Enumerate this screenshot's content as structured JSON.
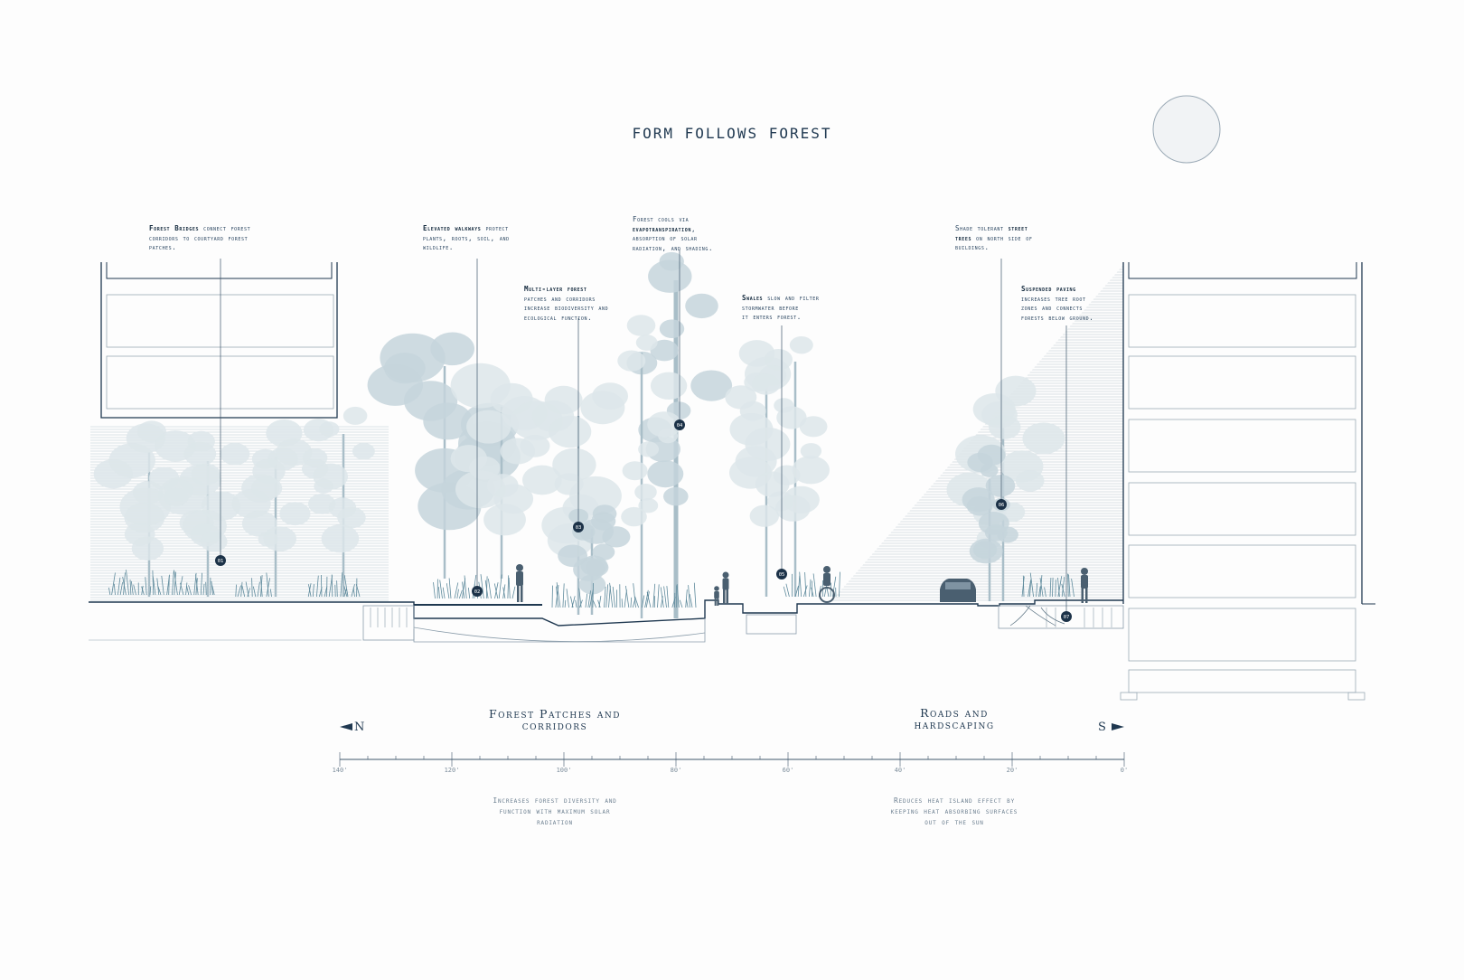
{
  "title": "FORM FOLLOWS FOREST",
  "annotations": [
    {
      "id": "01",
      "bold": "Forest Bridges",
      "rest": " connect forest",
      "lines": [
        "corridors to courtyard forest",
        "patches."
      ]
    },
    {
      "id": "02",
      "bold": "Elevated walkways",
      "rest": " protect",
      "lines": [
        "plants, roots, soil, and",
        "wildlife."
      ]
    },
    {
      "id": "03",
      "bold": "Multi-layer forest",
      "rest": "",
      "lines": [
        "patches and corridors",
        "increase biodiversity and",
        "ecological function."
      ]
    },
    {
      "id": "04",
      "pre": "Forest cools via",
      "bold": "evapotranspiration",
      "rest": ",",
      "lines": [
        "absorption of solar",
        "radiation,  and shading."
      ]
    },
    {
      "id": "05",
      "bold": "Swales",
      "rest": " slow and filter",
      "lines": [
        "stormwater before",
        "it enters forest."
      ]
    },
    {
      "id": "06",
      "pre2": "Shade tolerant ",
      "bold": "street",
      "bold2": "trees",
      "rest": " on north side of",
      "lines": [
        "buildings."
      ]
    },
    {
      "id": "07",
      "bold": "Suspended paving",
      "rest": "",
      "lines": [
        "increases tree root",
        "zones and connects",
        "forests below ground."
      ]
    }
  ],
  "markers": [
    "01",
    "02",
    "03",
    "04",
    "05",
    "06",
    "07"
  ],
  "zones": {
    "left": {
      "line1": "Forest Patches and",
      "line2": "corridors",
      "desc": [
        "Increases forest diversity and",
        "function with maximum solar",
        "radiation"
      ]
    },
    "right": {
      "line1": "Roads and",
      "line2": "hardscaping",
      "desc": [
        "Reduces heat island effect by",
        "keeping heat absorbing surfaces",
        "out of the sun"
      ]
    }
  },
  "compass": {
    "north": "N",
    "south": "S"
  },
  "scale_ticks": [
    "140'",
    "120'",
    "100'",
    "80'",
    "60'",
    "40'",
    "20'",
    "0'"
  ],
  "colors": {
    "ink": "#1f3850",
    "tree_light": "#dde6ea",
    "tree_mid": "#c6d5dc",
    "tree_dark": "#a9bec8",
    "grass": "#5e8a9c"
  }
}
